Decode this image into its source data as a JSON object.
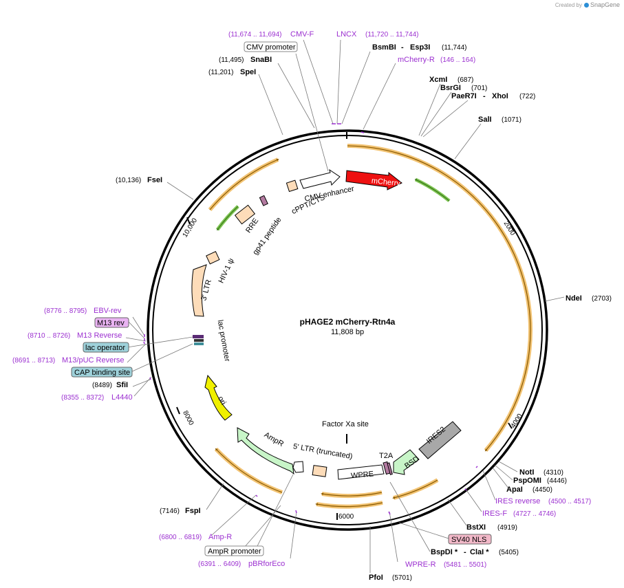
{
  "credit": {
    "prefix": "Created by",
    "brand": "SnapGene"
  },
  "plasmid": {
    "name": "pHAGE2 mCherry-Rtn4a",
    "size": "11,808 bp"
  },
  "ticks": [
    "2000",
    "4000",
    "6000",
    "8000",
    "10,000"
  ],
  "sites": {
    "spei": {
      "name": "SpeI",
      "pos": "(11,201)"
    },
    "snabi": {
      "name": "SnaBI",
      "pos": "(11,495)"
    },
    "bsmbi": {
      "name": "BsmBI",
      "name2": "Esp3I",
      "pos": "(11,744)"
    },
    "xcmi": {
      "name": "XcmI",
      "pos": "(687)"
    },
    "bsrgi": {
      "name": "BsrGI",
      "pos": "(701)"
    },
    "paer7i": {
      "name": "PaeR7I",
      "name2": "XhoI",
      "pos": "(722)"
    },
    "sali": {
      "name": "SalI",
      "pos": "(1071)"
    },
    "fsei": {
      "name": "FseI",
      "pos": "(10,136)"
    },
    "ndei": {
      "name": "NdeI",
      "pos": "(2703)"
    },
    "sfii": {
      "name": "SfiI",
      "pos": "(8489)"
    },
    "noti": {
      "name": "NotI",
      "pos": "(4310)"
    },
    "pspomi": {
      "name": "PspOMI",
      "pos": "(4446)"
    },
    "apai": {
      "name": "ApaI",
      "pos": "(4450)"
    },
    "bstxi": {
      "name": "BstXI",
      "pos": "(4919)"
    },
    "bspdi": {
      "name": "BspDI *",
      "name2": "ClaI *",
      "pos": "(5405)"
    },
    "pfoi": {
      "name": "PfoI",
      "pos": "(5701)"
    },
    "fspi": {
      "name": "FspI",
      "pos": "(7146)"
    }
  },
  "primers": {
    "cmvf": {
      "name": "CMV-F",
      "pos": "(11,674 .. 11,694)"
    },
    "lncx": {
      "name": "LNCX",
      "pos": "(11,720 .. 11,744)"
    },
    "mcherryr": {
      "name": "mCherry-R",
      "pos": "(146 .. 164)"
    },
    "ebvrev": {
      "name": "EBV-rev",
      "pos": "(8776 .. 8795)"
    },
    "m13reverse": {
      "name": "M13 Reverse",
      "pos": "(8710 .. 8726)"
    },
    "m13puc": {
      "name": "M13/pUC Reverse",
      "pos": "(8691 .. 8713)"
    },
    "l4440": {
      "name": "L4440",
      "pos": "(8355 .. 8372)"
    },
    "iresrev": {
      "name": "IRES reverse",
      "pos": "(4500 .. 4517)"
    },
    "iresf": {
      "name": "IRES-F",
      "pos": "(4727 .. 4746)"
    },
    "wprer": {
      "name": "WPRE-R",
      "pos": "(5481 .. 5501)"
    },
    "ampr": {
      "name": "Amp-R",
      "pos": "(6800 .. 6819)"
    },
    "pbrforeco": {
      "name": "pBRforEco",
      "pos": "(6391 .. 6409)"
    }
  },
  "boxes": {
    "cmvpromoter": "CMV promoter",
    "m13rev": "M13 rev",
    "lacoperator": "lac operator",
    "cap": "CAP binding site",
    "sv40": "SV40 NLS",
    "amprpromoter": "AmpR promoter"
  },
  "features": {
    "mcherry": "mCherry",
    "cmvenhancer": "CMV enhancer",
    "cppt": "cPPT/CTS",
    "rre": "RRE",
    "gp41": "gp41 peptide",
    "hiv": "HIV-1 ψ",
    "ltr3": "3' LTR",
    "lacpromoter": "lac promoter",
    "ori": "ori",
    "ampr": "AmpR",
    "ltr5": "5' LTR (truncated)",
    "factorxa": "Factor Xa site",
    "wpre": "WPRE",
    "t2a": "T2A",
    "bsd": "BSD",
    "ires2": "IRES2"
  },
  "colors": {
    "orf": "#f0b85a",
    "orf_line": "#8a5a00",
    "green_arrow": "#7dc451",
    "mcherry": "#ee1111",
    "peach": "#fddcb9",
    "ampr_fill": "#c8f5c8",
    "ori_fill": "#f0f000",
    "ires_fill": "#a8a8a8",
    "primer": "#9b2fd0",
    "purple_box": "#e9b3f2",
    "blue_box": "#9ed1da",
    "pink_box": "#f1b8c8"
  }
}
